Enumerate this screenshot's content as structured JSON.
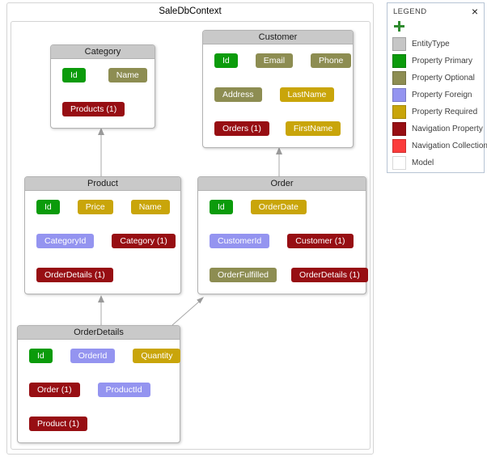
{
  "model": {
    "title": "SaleDbContext",
    "entities": [
      {
        "name": "Category",
        "rows": [
          [
            {
              "label": "Id",
              "type": "primary"
            },
            {
              "label": "Name",
              "type": "optional"
            }
          ],
          [
            {
              "label": "Products (1)",
              "type": "navigation"
            }
          ]
        ]
      },
      {
        "name": "Customer",
        "rows": [
          [
            {
              "label": "Id",
              "type": "primary"
            },
            {
              "label": "Email",
              "type": "optional"
            },
            {
              "label": "Phone",
              "type": "optional"
            }
          ],
          [
            {
              "label": "Address",
              "type": "optional"
            },
            {
              "label": "LastName",
              "type": "required"
            }
          ],
          [
            {
              "label": "Orders (1)",
              "type": "navigation"
            },
            {
              "label": "FirstName",
              "type": "required"
            }
          ]
        ]
      },
      {
        "name": "Product",
        "rows": [
          [
            {
              "label": "Id",
              "type": "primary"
            },
            {
              "label": "Price",
              "type": "required"
            },
            {
              "label": "Name",
              "type": "required"
            }
          ],
          [
            {
              "label": "CategoryId",
              "type": "foreign"
            },
            {
              "label": "Category (1)",
              "type": "navigation"
            }
          ],
          [
            {
              "label": "OrderDetails (1)",
              "type": "navigation"
            }
          ]
        ]
      },
      {
        "name": "Order",
        "rows": [
          [
            {
              "label": "Id",
              "type": "primary"
            },
            {
              "label": "OrderDate",
              "type": "required"
            }
          ],
          [
            {
              "label": "CustomerId",
              "type": "foreign"
            },
            {
              "label": "Customer (1)",
              "type": "navigation"
            }
          ],
          [
            {
              "label": "OrderFulfilled",
              "type": "optional"
            },
            {
              "label": "OrderDetails (1)",
              "type": "navigation"
            }
          ]
        ]
      },
      {
        "name": "OrderDetails",
        "rows": [
          [
            {
              "label": "Id",
              "type": "primary"
            },
            {
              "label": "OrderId",
              "type": "foreign"
            },
            {
              "label": "Quantity",
              "type": "required"
            }
          ],
          [
            {
              "label": "Order (1)",
              "type": "navigation"
            },
            {
              "label": "ProductId",
              "type": "foreign"
            }
          ],
          [
            {
              "label": "Product (1)",
              "type": "navigation"
            }
          ]
        ]
      },
      {
        "name": ""
      }
    ],
    "connections": [
      {
        "from": "Product",
        "to": "Category"
      },
      {
        "from": "Order",
        "to": "Customer"
      },
      {
        "from": "OrderDetails",
        "to": "Product"
      },
      {
        "from": "OrderDetails",
        "to": "Order"
      }
    ]
  },
  "legend": {
    "title": "LEGEND",
    "close_label": "×",
    "items": [
      {
        "label": "EntityType",
        "type": "entitytype"
      },
      {
        "label": "Property Primary",
        "type": "primary"
      },
      {
        "label": "Property Optional",
        "type": "optional"
      },
      {
        "label": "Property Foreign",
        "type": "foreign"
      },
      {
        "label": "Property Required",
        "type": "required"
      },
      {
        "label": "Navigation Property",
        "type": "navigation"
      },
      {
        "label": "Navigation Collection",
        "type": "collection"
      },
      {
        "label": "Model",
        "type": "model"
      }
    ]
  },
  "colors": {
    "entity_header": "#c9c9c9",
    "property_primary": "#0b9b0b",
    "property_optional": "#8d8d52",
    "property_foreign": "#9494f0",
    "property_required": "#c9a50a",
    "navigation_property": "#970e13",
    "navigation_collection": "#fb3b3b",
    "entitytype": "#c6c6c6",
    "model": "#ffffff",
    "legend_plus": "#2f8b2f",
    "connector": "#a8a8a8"
  }
}
